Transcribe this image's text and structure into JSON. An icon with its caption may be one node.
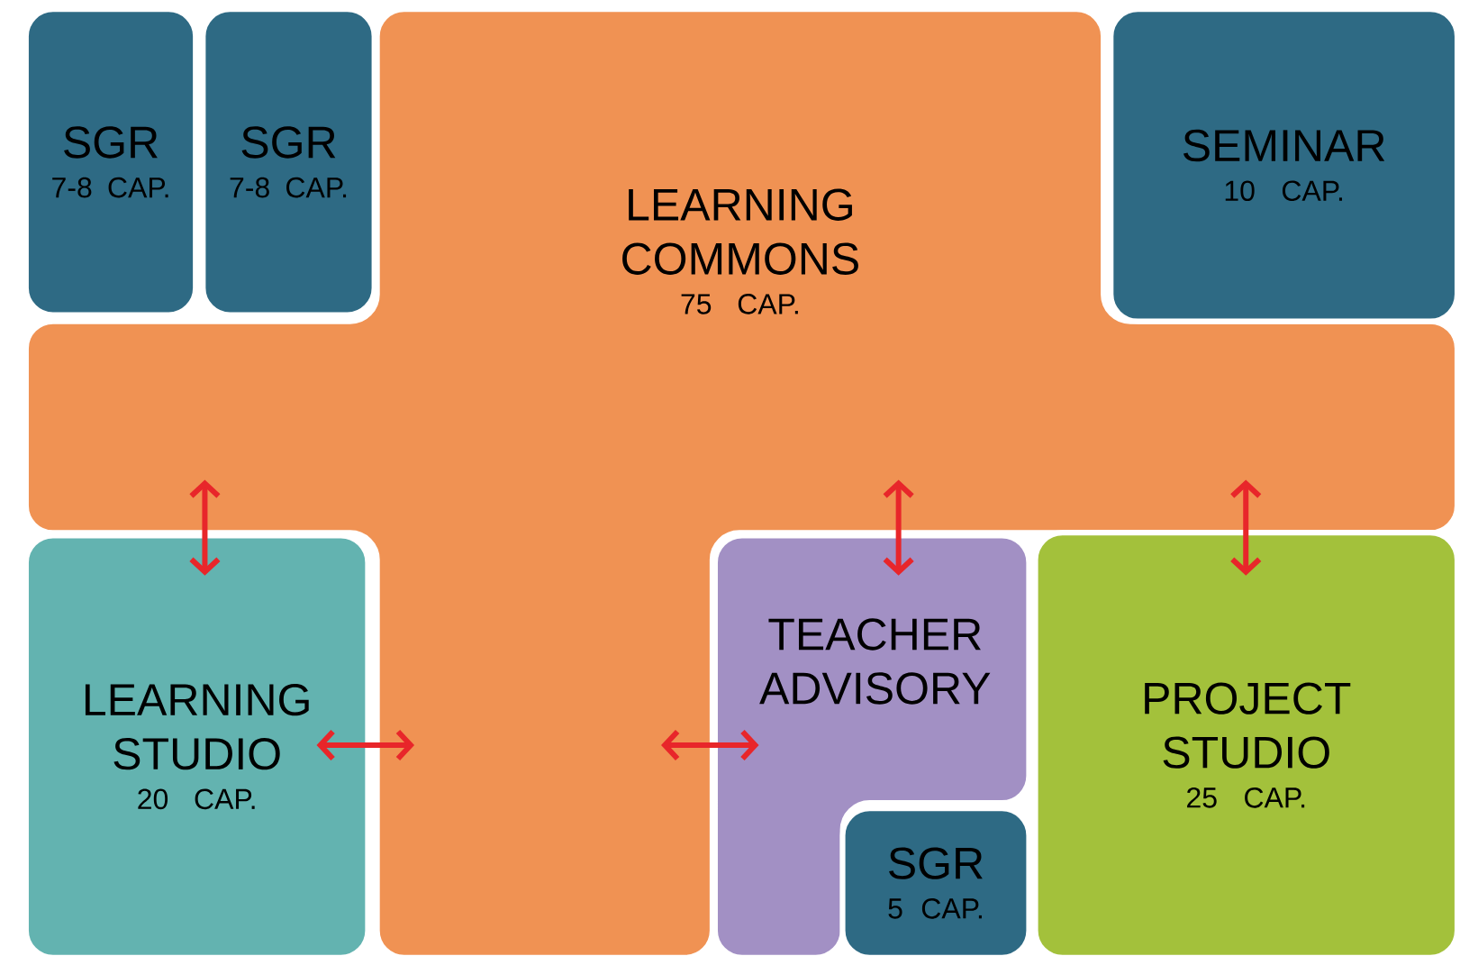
{
  "diagram": {
    "nodes": [
      {
        "text": [
          "LEARNING COMMONS",
          "75 CAP."
        ]
      },
      {
        "text": [
          "SGR",
          "7-8 CAP."
        ]
      },
      {
        "text": [
          "SGR",
          "7-8 CAP."
        ]
      },
      {
        "text": [
          "SEMINAR",
          "10 CAP."
        ]
      },
      {
        "text": [
          "LEARNING STUDIO",
          "20 CAP."
        ]
      },
      {
        "text": [
          "TEACHER ADVISORY"
        ]
      },
      {
        "text": [
          "SGR",
          "5 CAP."
        ]
      },
      {
        "text": [
          "PROJECT STUDIO",
          "25 CAP."
        ]
      }
    ],
    "edges": [
      {
        "from": 0,
        "to": 4,
        "arrow": "both"
      },
      {
        "from": 4,
        "to": 0,
        "arrow": "both"
      },
      {
        "from": 0,
        "to": 5,
        "arrow": "both"
      },
      {
        "from": 0,
        "to": 5,
        "arrow": "both"
      },
      {
        "from": 0,
        "to": 7,
        "arrow": "both"
      }
    ]
  }
}
